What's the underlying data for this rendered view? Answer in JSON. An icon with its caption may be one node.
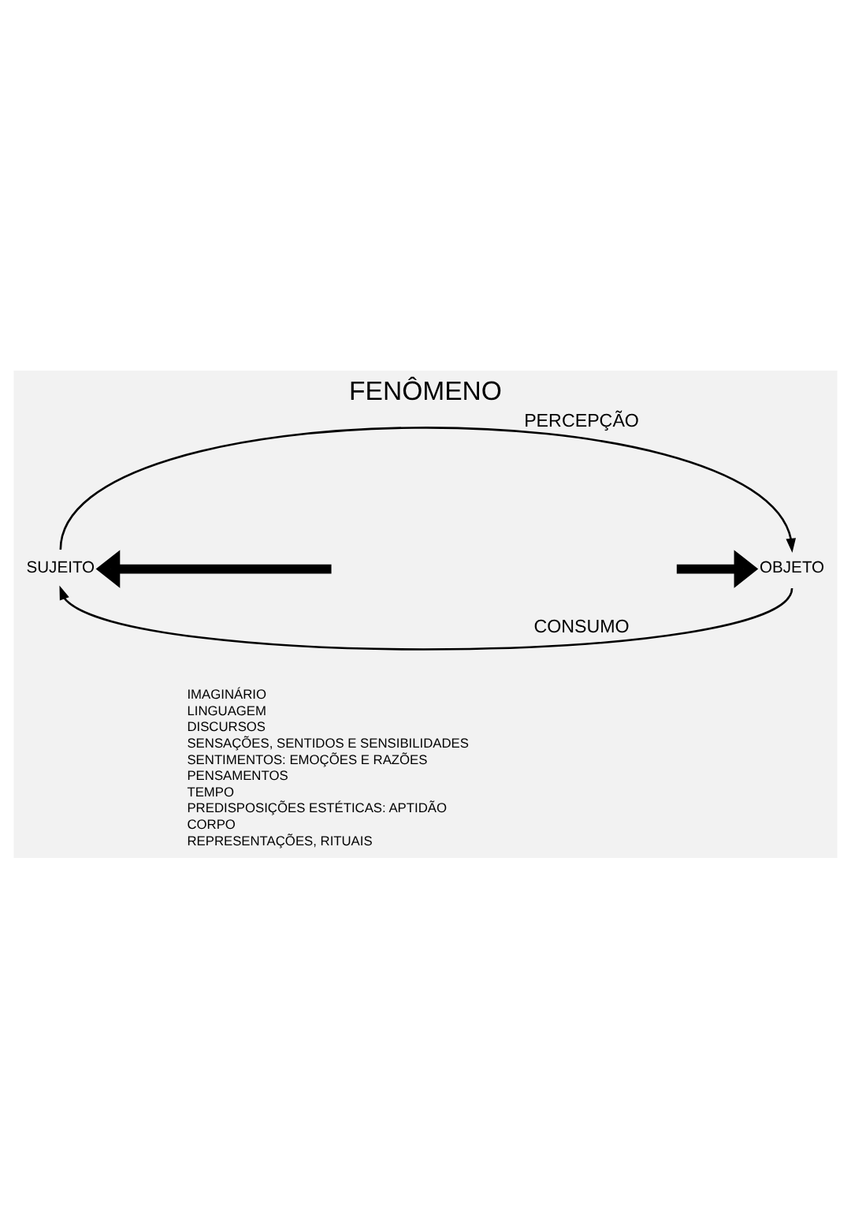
{
  "diagram": {
    "title": "FENÔMENO",
    "nodes": [
      {
        "text": [
          "SUJEITO"
        ]
      },
      {
        "text": [
          "OBJETO"
        ]
      }
    ],
    "edges": [
      {
        "from": 0,
        "to": 1,
        "arrow": "to",
        "label": "PERCEPÇÃO"
      },
      {
        "from": 1,
        "to": 0,
        "arrow": "to",
        "label": "CONSUMO"
      },
      {
        "from": null,
        "to": 0,
        "arrow": "to",
        "style": "thick"
      },
      {
        "from": null,
        "to": 1,
        "arrow": "to",
        "style": "thick"
      }
    ],
    "labels": [
      "IMAGINÁRIO",
      "LINGUAGEM",
      "DISCURSOS",
      "SENSAÇÕES, SENTIDOS E SENSIBILIDADES",
      "SENTIMENTOS: EMOÇÕES E RAZÕES",
      "PENSAMENTOS",
      "TEMPO",
      "PREDISPOSIÇÕES ESTÉTICAS: APTIDÃO",
      "CORPO",
      "REPRESENTAÇÕES, RITUAIS"
    ]
  }
}
